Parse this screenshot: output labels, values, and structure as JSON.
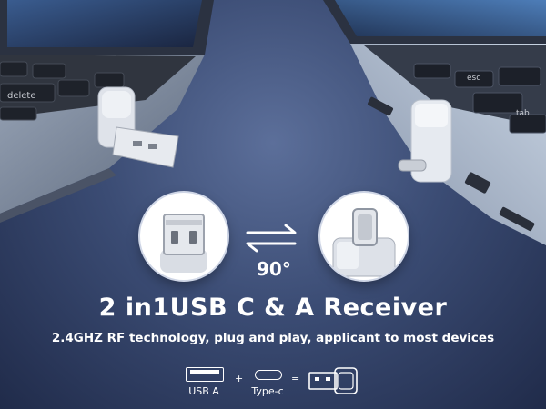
{
  "headline": "2 in1USB C & A Receiver",
  "subheadline": "2.4GHZ RF technology, plug and play, applicant to most devices",
  "rotation_label": "90°",
  "legend": {
    "usb_a_label": "USB A",
    "plus": "+",
    "type_c_label": "Type-c",
    "equals": "="
  },
  "keys": {
    "delete": "delete",
    "esc": "esc",
    "tab": "tab"
  },
  "colors": {
    "accent": "#ffffff",
    "background": "#2f3e63"
  }
}
